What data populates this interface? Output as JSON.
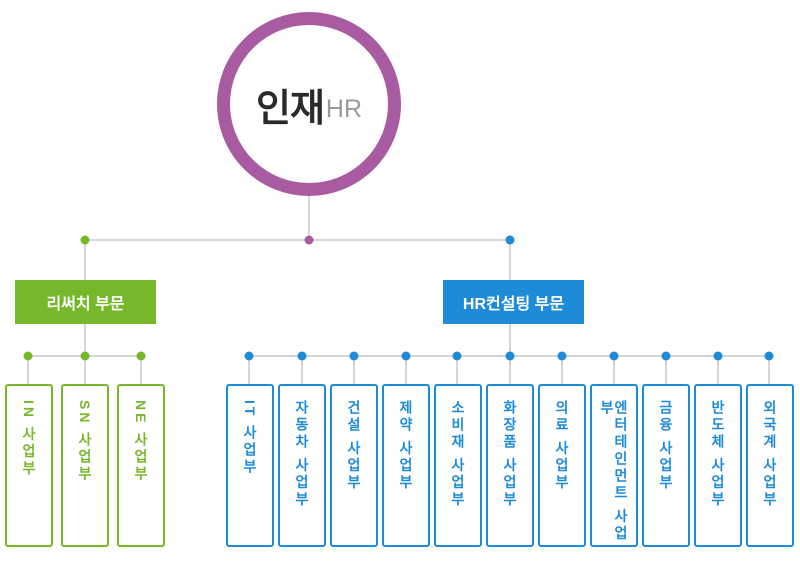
{
  "root": {
    "main": "인재",
    "sub": "HR"
  },
  "groups": {
    "research": {
      "label": "리써치 부문",
      "units": [
        "IN 사업부",
        "SN 사업부",
        "NE 사업부"
      ]
    },
    "consulting": {
      "label": "HR컨설팅 부문",
      "units": [
        "IT 사업부",
        "자동차 사업부",
        "건설 사업부",
        "제약 사업부",
        "소비재 사업부",
        "화장품 사업부",
        "의료 사업부",
        "엔터테인먼트 사업부",
        "금융 사업부",
        "반도체 사업부",
        "외국계 사업부"
      ]
    }
  },
  "colors": {
    "root": "#a95ba1",
    "research": "#76b82a",
    "consulting": "#1e8bd8",
    "line": "#c8c8c8"
  }
}
